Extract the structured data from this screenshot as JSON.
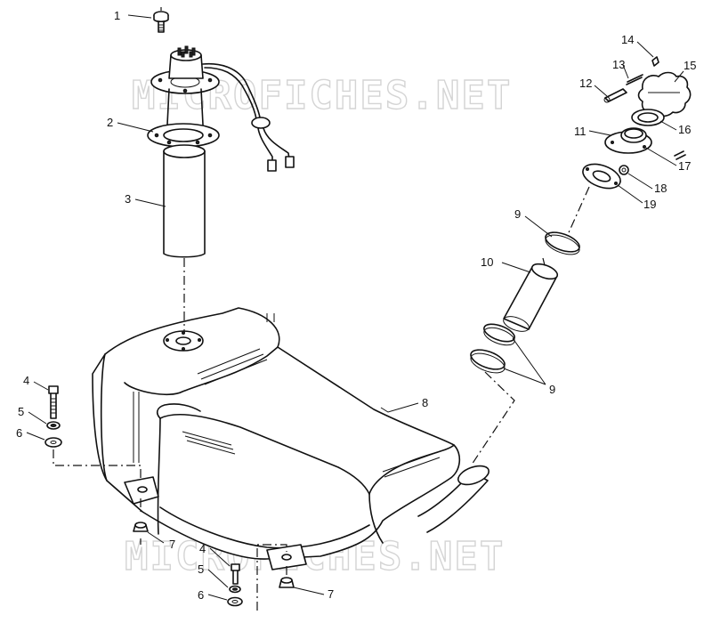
{
  "watermark": {
    "text": "MICROFICHES.NET"
  },
  "callouts": {
    "c1": "1",
    "c2": "2",
    "c3": "3",
    "c4a": "4",
    "c5a": "5",
    "c6a": "6",
    "c7a": "7",
    "c4b": "4",
    "c5b": "5",
    "c6b": "6",
    "c7b": "7",
    "c8": "8",
    "c9a": "9",
    "c9b": "9",
    "c10": "10",
    "c11": "11",
    "c12": "12",
    "c13": "13",
    "c14": "14",
    "c15": "15",
    "c16": "16",
    "c17": "17",
    "c18": "18",
    "c19": "19"
  }
}
